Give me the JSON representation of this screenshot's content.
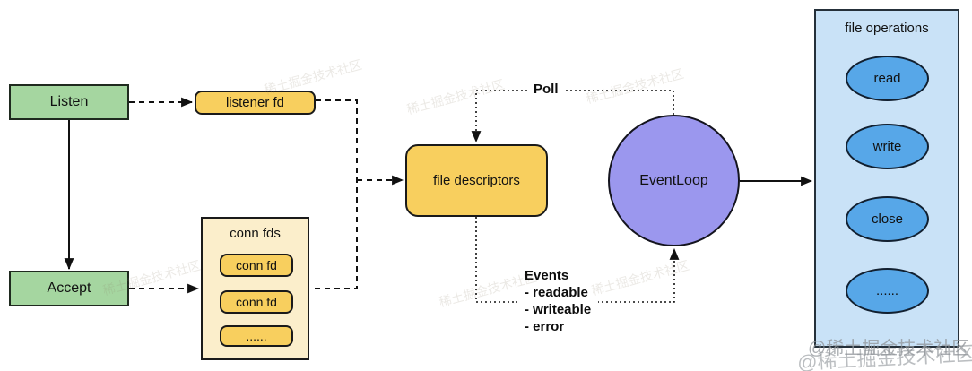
{
  "nodes": {
    "listen": {
      "label": "Listen"
    },
    "accept": {
      "label": "Accept"
    },
    "listener_fd": {
      "label": "listener fd"
    },
    "conn_fds": {
      "title": "conn fds",
      "items": [
        "conn fd",
        "conn fd",
        "......"
      ]
    },
    "file_descriptors": {
      "label": "file descriptors"
    },
    "event_loop": {
      "label": "EventLoop"
    },
    "file_operations": {
      "title": "file operations",
      "items": [
        "read",
        "write",
        "close",
        "......"
      ]
    }
  },
  "annotations": {
    "poll": "Poll",
    "events_title": "Events",
    "events_lines": [
      "- readable",
      "- writeable",
      "- error"
    ]
  },
  "watermark": {
    "text": "@稀土掘金技术社区",
    "faint_text": "稀土掘金技术社区"
  },
  "colors": {
    "node_green": "#a5d6a0",
    "node_yellow": "#f8cf5e",
    "container_cream": "#fbeecb",
    "event_loop_purple": "#9b97ee",
    "panel_blue": "#c9e2f7",
    "ellipse_blue": "#57a7e8",
    "line_black": "#1a1a1a",
    "background": "#ffffff"
  }
}
